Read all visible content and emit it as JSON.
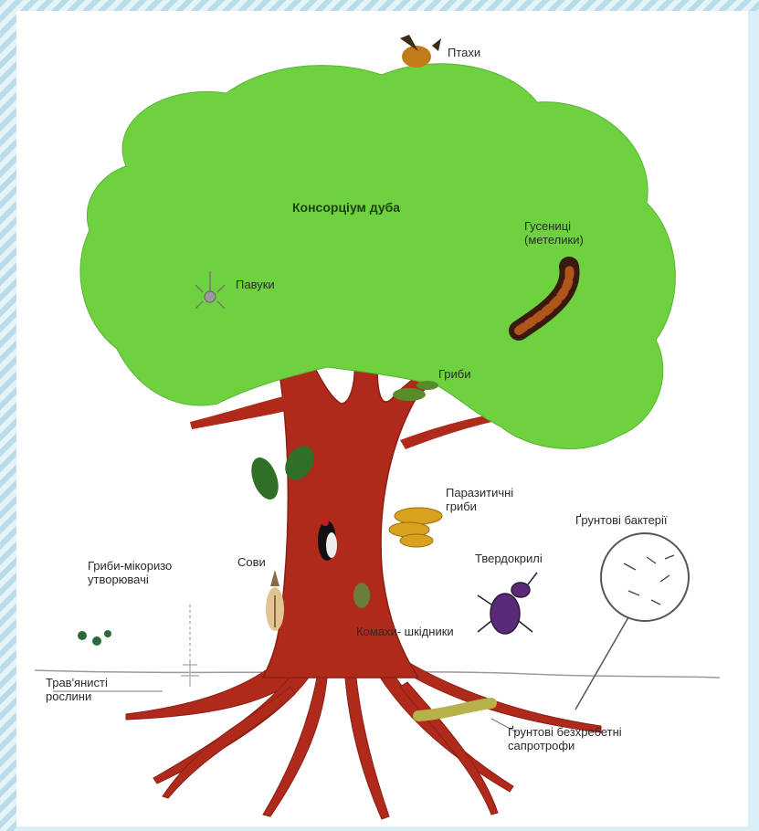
{
  "title": "Консорціум дуба",
  "labels": {
    "birds": "Птахи",
    "spiders": "Павуки",
    "caterpillars": "Гусениці (метелики)",
    "fungi": "Гриби",
    "parasitic_fungi": "Паразитичні гриби",
    "soil_bacteria": "Ґрунтові бактерії",
    "beetles": "Твердокрилі",
    "owls": "Сови",
    "mycorrhiza": "Гриби-мікоризо утворювачі",
    "grass": "Трав'янисті рослини",
    "bark_insects": "Комахи- шкідники",
    "soil_invertebrates": "Ґрунтові безхребетні сапротрофи"
  },
  "colors": {
    "crown": "#6ed13f",
    "trunk": "#b02a1c",
    "frame": "#b8dcea"
  }
}
